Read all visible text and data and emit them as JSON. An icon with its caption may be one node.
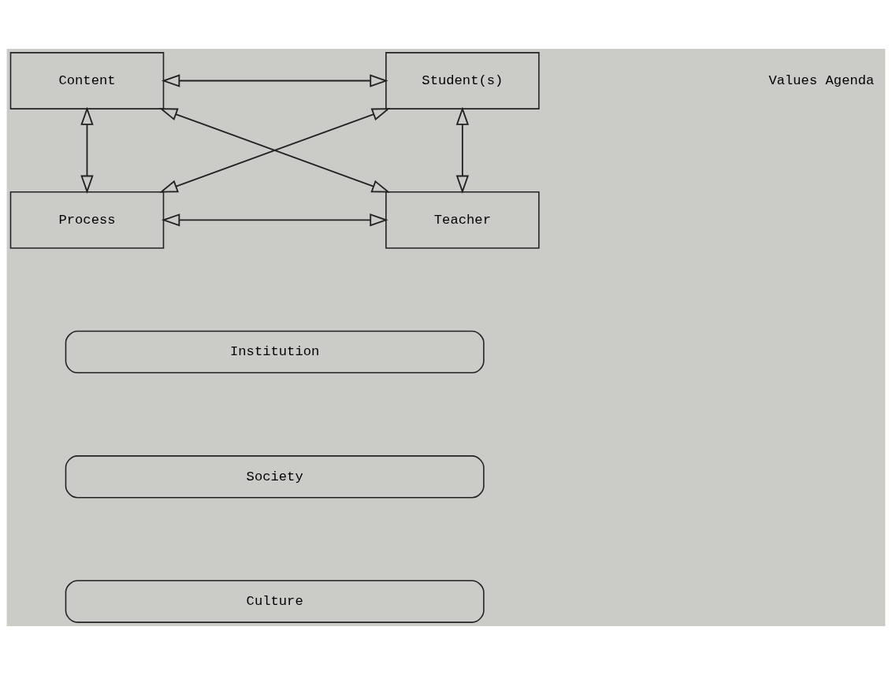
{
  "diagram": {
    "nodes": [
      {
        "text": [
          "Content"
        ]
      },
      {
        "text": [
          "Student(s)"
        ]
      },
      {
        "text": [
          "Process"
        ]
      },
      {
        "text": [
          "Teacher"
        ]
      },
      {
        "text": [
          "Institution"
        ]
      },
      {
        "text": [
          "Society"
        ]
      },
      {
        "text": [
          "Culture"
        ]
      }
    ],
    "edges": [
      {
        "from": 0,
        "to": 1,
        "arrow": "both"
      },
      {
        "from": 0,
        "to": 2,
        "arrow": "both"
      },
      {
        "from": 1,
        "to": 3,
        "arrow": "both"
      },
      {
        "from": 1,
        "to": 2,
        "arrow": "both"
      },
      {
        "from": 0,
        "to": 3,
        "arrow": "both"
      },
      {
        "from": 2,
        "to": 3,
        "arrow": "both"
      }
    ],
    "labels": [
      "Values Agenda"
    ]
  }
}
